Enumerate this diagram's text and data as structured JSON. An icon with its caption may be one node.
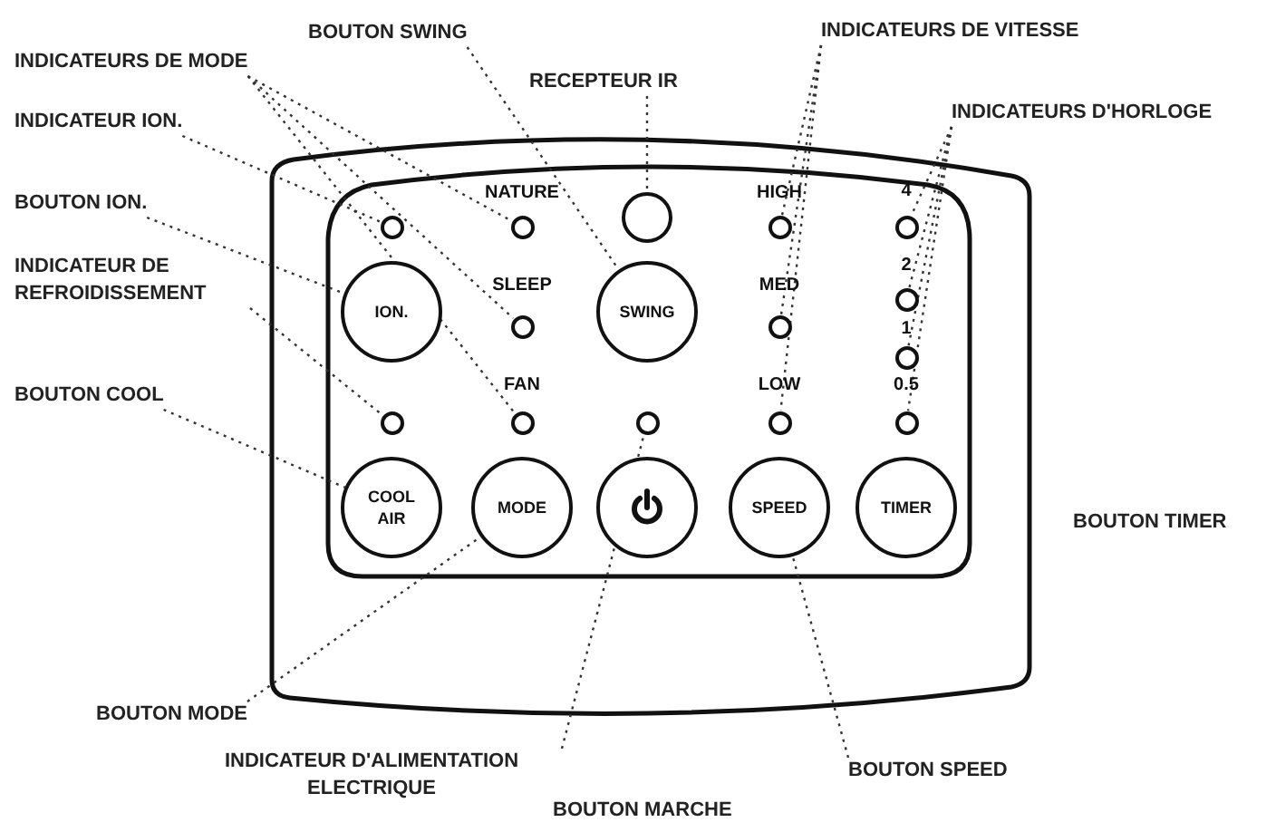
{
  "diagram": {
    "nodes": [
      {
        "text": [
          "BOUTON SWING"
        ]
      },
      {
        "text": [
          "INDICATEURS DE VITESSE"
        ]
      },
      {
        "text": [
          "INDICATEURS DE MODE"
        ]
      },
      {
        "text": [
          "RECEPTEUR IR"
        ]
      },
      {
        "text": [
          "INDICATEURS D'HORLOGE"
        ]
      },
      {
        "text": [
          "INDICATEUR ION."
        ]
      },
      {
        "text": [
          "BOUTON ION."
        ]
      },
      {
        "text": [
          "INDICATEUR DE REFROIDISSEMENT"
        ]
      },
      {
        "text": [
          "BOUTON COOL"
        ]
      },
      {
        "text": [
          "BOUTON MODE"
        ]
      },
      {
        "text": [
          "BOUTON SPEED"
        ]
      },
      {
        "text": [
          "INDICATEUR D'ALIMENTATION ELECTRIQUE"
        ]
      },
      {
        "text": [],
        "shape": "circle"
      },
      {
        "text": [],
        "shape": "circle"
      },
      {
        "text": [],
        "shape": "circle"
      },
      {
        "text": [],
        "shape": "circle"
      },
      {
        "text": [],
        "shape": "circle"
      },
      {
        "text": [],
        "shape": "circle"
      },
      {
        "text": [
          "ION."
        ]
      },
      {
        "text": [],
        "shape": "circle"
      },
      {
        "text": [
          "SWING"
        ]
      },
      {
        "text": [],
        "shape": "circle"
      },
      {
        "text": [],
        "shape": "circle"
      },
      {
        "text": [],
        "shape": "circle"
      },
      {
        "text": [],
        "shape": "circle"
      },
      {
        "text": [],
        "shape": "circle"
      },
      {
        "text": [],
        "shape": "circle"
      },
      {
        "text": [],
        "shape": "circle"
      },
      {
        "text": [
          "COOL AIR"
        ]
      },
      {
        "text": [
          "MODE"
        ]
      },
      {
        "text": [],
        "shape": "circle"
      },
      {
        "text": [
          "SPEED"
        ]
      },
      {
        "text": [
          "TIMER"
        ]
      }
    ],
    "edges": [
      {
        "from": 0,
        "to": 20,
        "arrow": "none"
      },
      {
        "from": 1,
        "to": 15,
        "arrow": "none"
      },
      {
        "from": 1,
        "to": 21,
        "arrow": "none"
      },
      {
        "from": 1,
        "to": 26,
        "arrow": "none"
      },
      {
        "from": 2,
        "to": 13,
        "arrow": "none"
      },
      {
        "from": 2,
        "to": 19,
        "arrow": "none"
      },
      {
        "from": 2,
        "to": 24,
        "arrow": "none"
      },
      {
        "from": 3,
        "to": 14,
        "arrow": "none"
      },
      {
        "from": 4,
        "to": 16,
        "arrow": "none"
      },
      {
        "from": 4,
        "to": 17,
        "arrow": "none"
      },
      {
        "from": 4,
        "to": 22,
        "arrow": "none"
      },
      {
        "from": 4,
        "to": 27,
        "arrow": "none"
      },
      {
        "from": 5,
        "to": 12,
        "arrow": "none"
      },
      {
        "from": 6,
        "to": 18,
        "arrow": "none"
      },
      {
        "from": 7,
        "to": 23,
        "arrow": "none"
      },
      {
        "from": 8,
        "to": 28,
        "arrow": "none"
      },
      {
        "from": 9,
        "to": 29,
        "arrow": "none"
      },
      {
        "from": 10,
        "to": 31,
        "arrow": "none"
      },
      {
        "from": 11,
        "to": 25,
        "arrow": "none"
      }
    ],
    "labels": [
      "NATURE",
      "HIGH",
      "4",
      "2",
      "SLEEP",
      "MED",
      "1",
      "FAN",
      "LOW",
      "0.5",
      "BOUTON TIMER",
      "BOUTON MARCHE"
    ]
  }
}
